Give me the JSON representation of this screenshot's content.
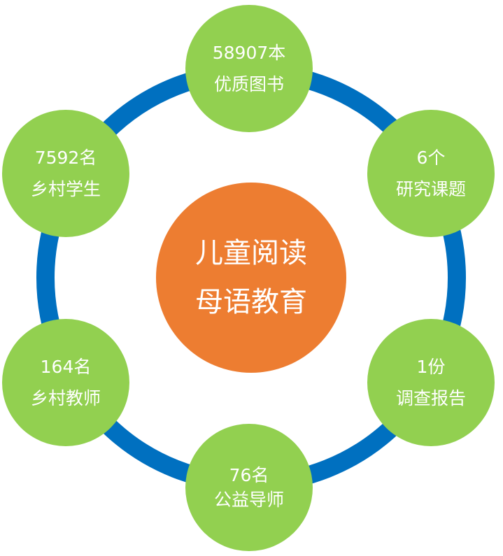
{
  "colors": {
    "ring": "#0070c0",
    "satellite": "#92d050",
    "center": "#ed7d31",
    "text": "#ffffff"
  },
  "center": {
    "line1": "儿童阅读",
    "line2": "母语教育"
  },
  "nodes": {
    "top": {
      "value": "58907本",
      "label": "优质图书"
    },
    "upper_right": {
      "value": "6个",
      "label": "研究课题"
    },
    "lower_right": {
      "value": "1份",
      "label": "调查报告"
    },
    "bottom": {
      "value": "76名",
      "label": "公益导师"
    },
    "lower_left": {
      "value": "164名",
      "label": "乡村教师"
    },
    "upper_left": {
      "value": "7592名",
      "label": "乡村学生"
    }
  }
}
